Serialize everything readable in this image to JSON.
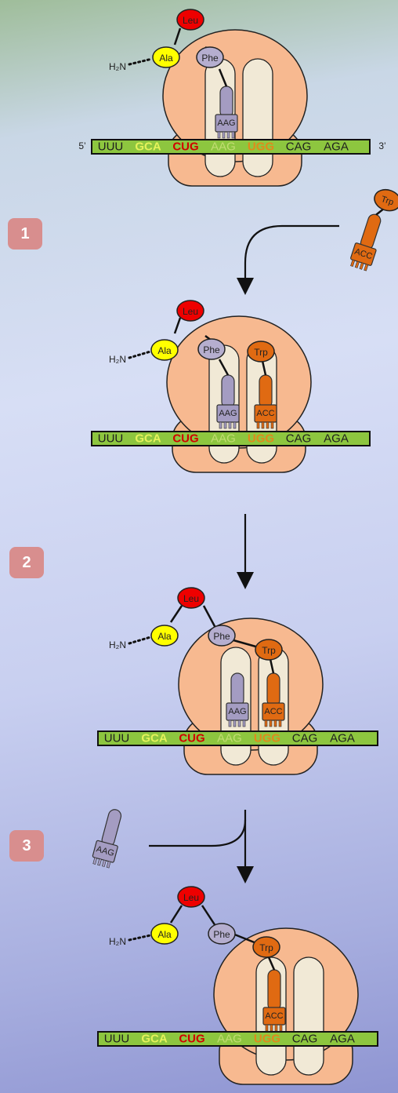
{
  "colors": {
    "ribosome": "#f7b990",
    "tunnel": "#f1e9d6",
    "mrna": "#8dc63f",
    "ala": "#ffff00",
    "leu": "#ee0000",
    "phe": "#b5aecf",
    "phe_trna": "#a49cc2",
    "trp": "#e06a12",
    "mrna_text": "#1e1e1e",
    "gca_text": "#e6f25a",
    "cug_text": "#d10000",
    "aag_site_text": "#c2dd73",
    "ugg_text": "#e08a1c",
    "step_badge": "#d88e8e"
  },
  "steps": [
    {
      "number": "1"
    },
    {
      "number": "2"
    },
    {
      "number": "3"
    }
  ],
  "mrna": {
    "five_prime": "5’",
    "three_prime": "3’",
    "codons": [
      "UUU",
      "GCA",
      "CUG",
      "AAG",
      "UGG",
      "CAG",
      "AGA"
    ]
  },
  "amino_acids": {
    "ala": "Ala",
    "leu": "Leu",
    "phe": "Phe",
    "trp": "Trp",
    "n_terminus": "H₂N"
  },
  "anticodons": {
    "phe": "AAG",
    "trp": "ACC"
  }
}
